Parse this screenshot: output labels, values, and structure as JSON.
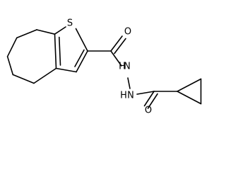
{
  "molecule": {
    "atom_labels": {
      "sulfur": "S",
      "carbonyl_oxygen_upper": "O",
      "amide_nitrogen_1": "N",
      "amide_nitrogen_1_h": "H",
      "amide_nitrogen_2": "N",
      "amide_nitrogen_2_h": "H",
      "carbonyl_oxygen_lower": "O"
    },
    "colors": {
      "bond": "#000000",
      "label": "#000000",
      "background": "#ffffff"
    }
  }
}
